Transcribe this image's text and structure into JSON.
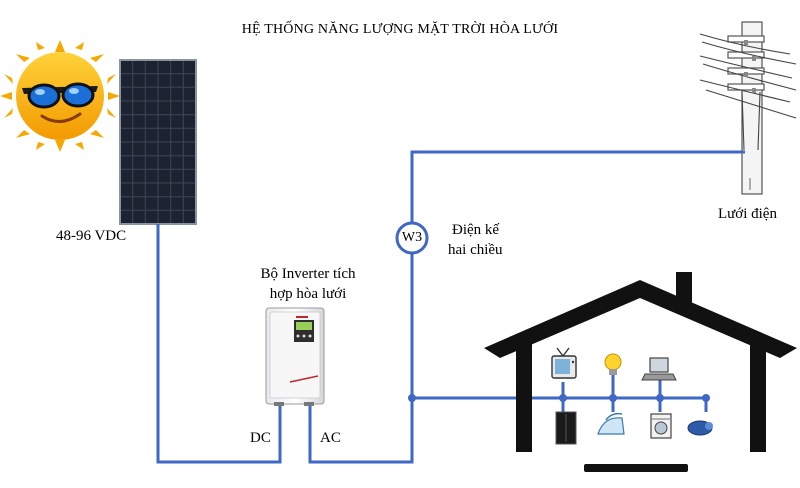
{
  "title": "HỆ THỐNG NĂNG LƯỢNG MẶT TRỜI HÒA LƯỚI",
  "labels": {
    "panel_voltage": "48-96 VDC",
    "inverter_line1": "Bộ Inverter tích",
    "inverter_line2": "hợp hòa lưới",
    "meter_symbol": "W3",
    "meter_line1": "Điện kế",
    "meter_line2": "hai chiều",
    "grid": "Lưới điện",
    "dc": "DC",
    "ac": "AC"
  },
  "colors": {
    "wire": "#3f67c4",
    "house": "#111111",
    "sun": "#f5b400",
    "panel": "#1c2230"
  },
  "icons": {
    "sun": "sun-with-sunglasses-icon",
    "panel": "solar-panel-icon",
    "pole": "utility-pole-icon",
    "inverter": "inverter-icon",
    "meter": "bidirectional-meter-icon",
    "appliances": [
      "tv-icon",
      "lamp-icon",
      "laptop-icon",
      "refrigerator-icon",
      "iron-icon",
      "washing-machine-icon",
      "vacuum-icon"
    ]
  }
}
